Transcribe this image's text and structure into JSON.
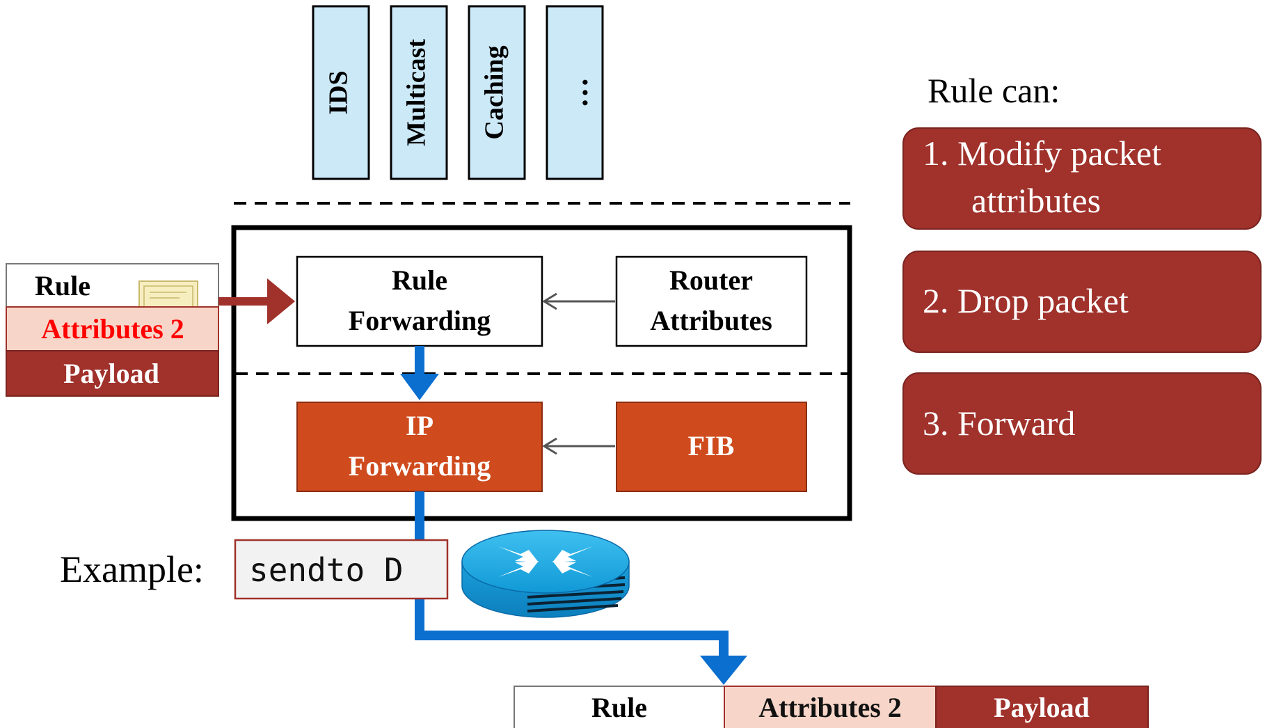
{
  "apps": [
    {
      "label": "IDS"
    },
    {
      "label": "Multicast"
    },
    {
      "label": "Caching"
    },
    {
      "label": "…"
    }
  ],
  "packet_in": {
    "rule": "Rule",
    "attributes": "Attributes 2",
    "payload": "Payload"
  },
  "router": {
    "rule_forwarding": [
      "Rule",
      "Forwarding"
    ],
    "router_attributes": [
      "Router",
      "Attributes"
    ],
    "ip_forwarding": [
      "IP",
      "Forwarding"
    ],
    "fib": "FIB"
  },
  "example": {
    "label": "Example:",
    "code": "sendto D"
  },
  "packet_out": {
    "rule": "Rule",
    "attributes": "Attributes 2",
    "payload": "Payload"
  },
  "rule_can": {
    "title": "Rule can:",
    "items": [
      {
        "lines": [
          "1. Modify packet",
          "attributes"
        ]
      },
      {
        "lines": [
          "2. Drop packet"
        ]
      },
      {
        "lines": [
          "3. Forward"
        ]
      }
    ]
  },
  "colors": {
    "app_box_fill": "#cce9f8",
    "dark_red": "#a0312b",
    "orange": "#cf4a1c",
    "light_pink": "#f7d6c9",
    "attr_red_text": "#ff0000",
    "blue_arrow": "#0a6fcf",
    "router_blue": "#1aa3dd",
    "code_bg": "#f2f2f2"
  }
}
